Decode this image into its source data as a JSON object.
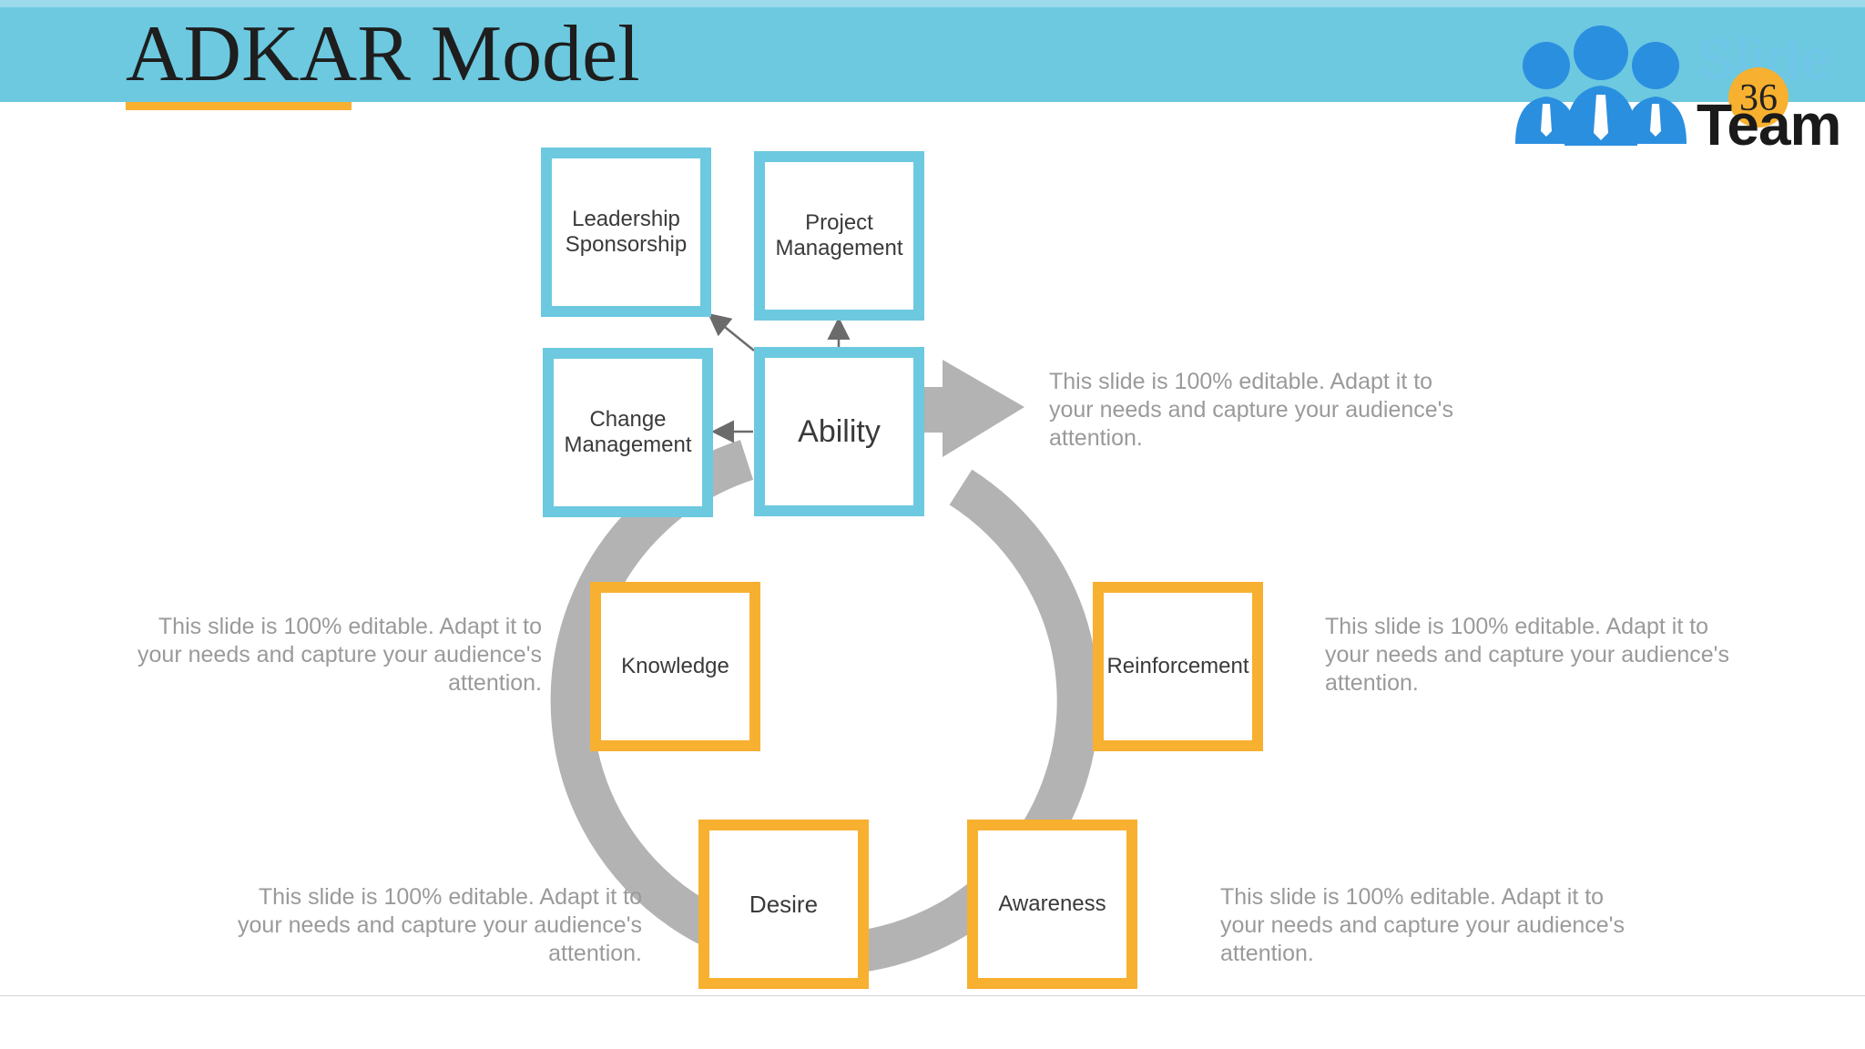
{
  "slide": {
    "title": "ADKAR Model",
    "page_number": "36"
  },
  "logo": {
    "line1": "Slide",
    "line2": "Team"
  },
  "support_boxes": {
    "leadership": "Leadership Sponsorship",
    "project": "Project Management",
    "change": "Change Management",
    "ability": "Ability"
  },
  "cycle_boxes": {
    "knowledge": "Knowledge",
    "reinforcement": "Reinforcement",
    "desire": "Desire",
    "awareness": "Awareness"
  },
  "notes": {
    "ability": "This slide is 100% editable. Adapt it to your needs and capture your audience's attention.",
    "knowledge": "This slide is 100% editable. Adapt it to your needs and capture your audience's attention.",
    "reinforcement": "This slide is 100% editable. Adapt it to your needs and capture your audience's attention.",
    "desire": "This slide is 100% editable. Adapt it to your needs and capture your audience's attention.",
    "awareness": "This slide is 100% editable. Adapt it to your needs and capture your audience's attention."
  },
  "colors": {
    "header": "#6cc9e0",
    "accent": "#f7b02f",
    "cycle_arrow": "#b3b3b4"
  }
}
